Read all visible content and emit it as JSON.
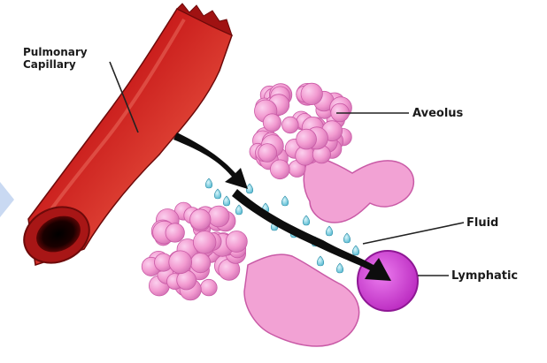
{
  "labels": {
    "capillary_line1": "Pulmonary",
    "capillary_line2": "Capillary",
    "alveolus": "Aveolus",
    "fluid": "Fluid",
    "lymphatic": "Lymphatic"
  },
  "colors": {
    "capillary_dark": "#8c0d0d",
    "capillary_mid": "#c81a1a",
    "capillary_light": "#e34a3a",
    "alveolus_fill": "#f29ad0",
    "alveolus_edge": "#c95aa6",
    "fluid_drop": "#7fd3e6",
    "lymphatic_fill": "#d640d9",
    "arrow": "#0d0d0d",
    "leader_line": "#222222"
  },
  "icons": {
    "side_tab": "triangle-tab-icon"
  }
}
